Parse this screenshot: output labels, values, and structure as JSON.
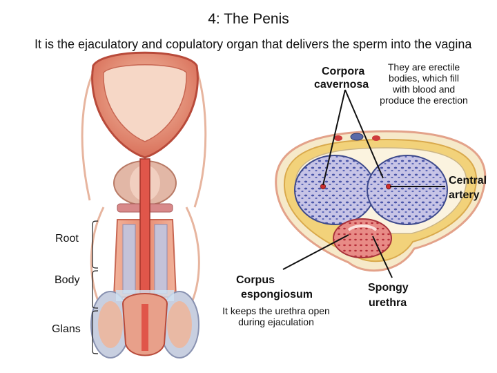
{
  "title": "4: The Penis",
  "intro": "It is the ejaculatory and copulatory organ that delivers the sperm into the vagina",
  "labels": {
    "corpora_cavernosa_line1": "Corpora",
    "corpora_cavernosa_line2": "cavernosa",
    "corpora_desc": [
      "They are erectile",
      "bodies, which fill",
      "with blood and",
      "produce the erection"
    ],
    "central_artery_line1": "Central",
    "central_artery_line2": "artery",
    "root": "Root",
    "body": "Body",
    "glans": "Glans",
    "corpus_line1": "Corpus",
    "corpus_line2": "espongiosum",
    "corpus_desc": [
      "It keeps the urethra open",
      "during ejaculation"
    ],
    "spongy_line1": "Spongy",
    "spongy_line2": "urethra"
  },
  "colors": {
    "tissue_pink": "#e8a08a",
    "tissue_red": "#c9473a",
    "cavernosa_fill": "#b9b6dc",
    "sinus_blue": "#4a55a8",
    "fascia_yellow": "#f2d27a",
    "skin_cream": "#f6e9c9",
    "skin_border": "#e3a28a"
  }
}
